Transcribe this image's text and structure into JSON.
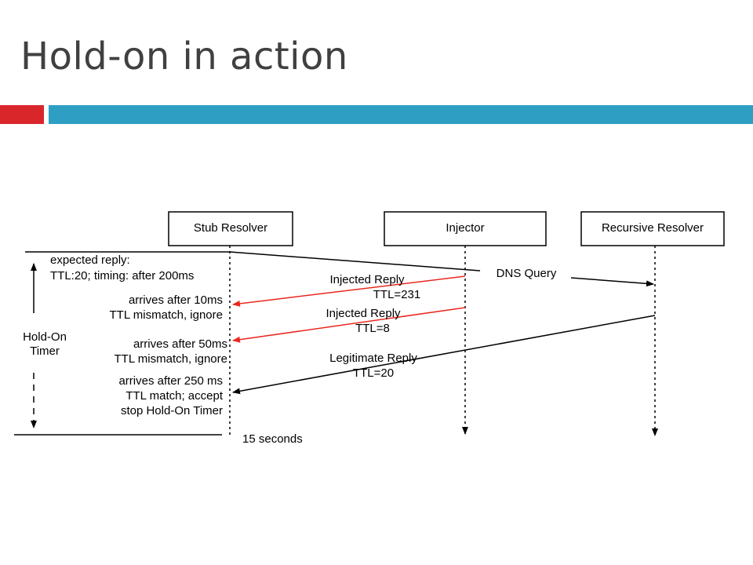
{
  "slide": {
    "title": "Hold-on in action",
    "accent_colors": {
      "red": "#d9262b",
      "blue": "#2e9fc3"
    }
  },
  "diagram": {
    "colors": {
      "injected": "#e8281f",
      "normal": "#000000"
    },
    "participants": {
      "stub": "Stub Resolver",
      "injector": "Injector",
      "recursive": "Recursive Resolver"
    },
    "timer": {
      "label_line1": "Hold-On",
      "label_line2": "Timer",
      "timeout": "15 seconds"
    },
    "messages": {
      "dns_query": "DNS Query",
      "injected_reply_1": {
        "label": "Injected Reply",
        "ttl": "TTL=231"
      },
      "injected_reply_2": {
        "label": "Injected Reply",
        "ttl": "TTL=8"
      },
      "legitimate_reply": {
        "label": "Legitimate Reply",
        "ttl": "TTL=20"
      }
    },
    "notes": {
      "expected_line1": "expected reply:",
      "expected_line2": "TTL:20; timing: after 200ms",
      "reply1_line1": "arrives after 10ms",
      "reply1_line2": "TTL mismatch, ignore",
      "reply2_line1": "arrives after 50ms",
      "reply2_line2": "TTL mismatch, ignore",
      "legit_line1": "arrives after 250 ms",
      "legit_line2": "TTL match; accept",
      "legit_line3": "stop Hold-On Timer"
    }
  }
}
